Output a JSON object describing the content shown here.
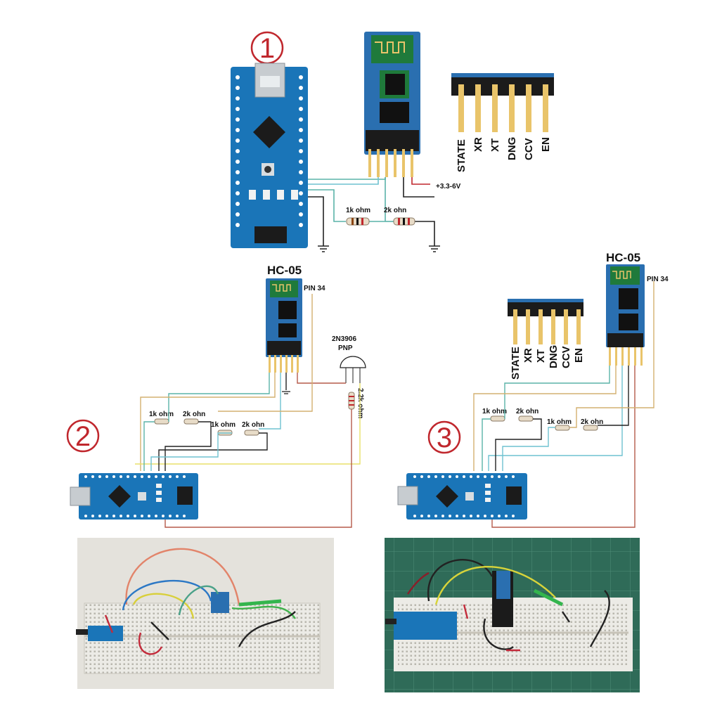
{
  "section_numbers": [
    "1",
    "2",
    "3"
  ],
  "module_titles": [
    "HC-05",
    "HC-05"
  ],
  "header_pins": [
    "STATE",
    "XR",
    "XT",
    "DNG",
    "CCV",
    "EN"
  ],
  "supply_label": "+3.3-6V",
  "resistor_labels": {
    "r1k": "1k ohm",
    "r2k": "2k ohn",
    "r2k_alt": "2k ohn",
    "r22k": "2.2k ohm"
  },
  "pin34_label": "PIN 34",
  "transistor_label": "2N3906",
  "transistor_type": "PNP",
  "colors": {
    "board_blue": "#1a75b8",
    "bt_blue": "#2a6fb0",
    "bt_chip_green": "#1f7a3b",
    "wire_teal": "#5ab3a8",
    "wire_cyan": "#6fc2d0",
    "wire_black": "#222222",
    "wire_tan": "#d4b070",
    "wire_yellow": "#e8e06a",
    "wire_red": "#b55a4a",
    "accent_red": "#c0272d",
    "pin_gold": "#e9c46a"
  }
}
